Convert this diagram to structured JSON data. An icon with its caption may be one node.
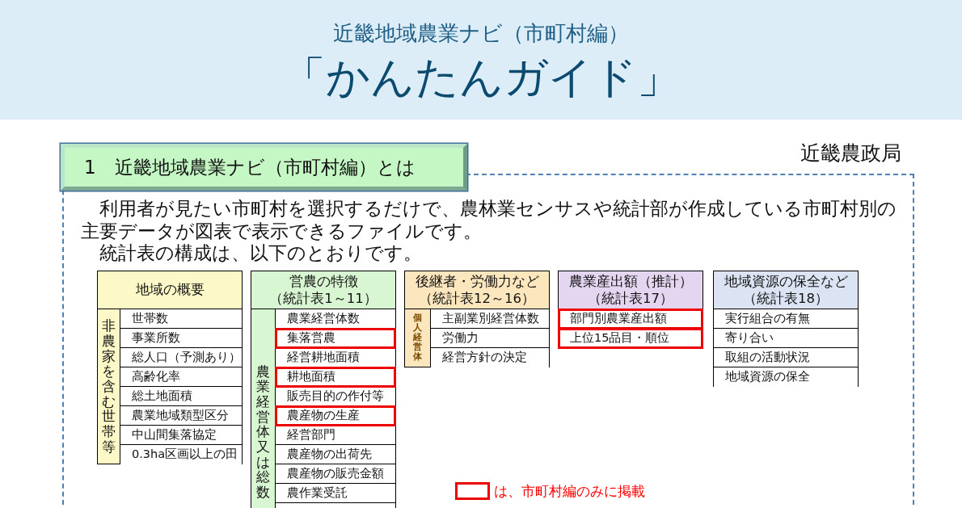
{
  "diagram": {
    "title": "「かんたんガイド」",
    "nodes": [
      {
        "text": [
          "1　近畿地域農業ナビ（市町村編）とは"
        ]
      },
      {
        "text": [
          "利用者が見たい市町村を選択するだけで、農林業センサスや統計部が作成している市町村別の主要データが図表で表示できるファイルです。",
          "統計表の構成は、以下のとおりです。"
        ]
      },
      {
        "text": [
          "地域の概要"
        ],
        "in": 1
      },
      {
        "text": [
          "非農家を含む世帯等"
        ],
        "in": 2
      },
      {
        "text": [
          "世帯数"
        ],
        "in": 2
      },
      {
        "text": [
          "事業所数"
        ],
        "in": 2
      },
      {
        "text": [
          "総人口（予測あり）"
        ],
        "in": 2
      },
      {
        "text": [
          "高齢化率"
        ],
        "in": 2
      },
      {
        "text": [
          "総土地面積"
        ],
        "in": 2
      },
      {
        "text": [
          "農業地域類型区分"
        ],
        "in": 2
      },
      {
        "text": [
          "中山間集落協定"
        ],
        "in": 2
      },
      {
        "text": [
          "0.3ha区画以上の田"
        ],
        "in": 2
      },
      {
        "text": [
          "営農の特徴",
          "（統計表1～11）"
        ],
        "in": 1
      },
      {
        "text": [
          "農業経営体又は総数"
        ],
        "in": 12
      },
      {
        "text": [
          "農業経営体数"
        ],
        "in": 12
      },
      {
        "text": [
          "集落営農"
        ],
        "in": 12
      },
      {
        "text": [
          "経営耕地面積"
        ],
        "in": 12
      },
      {
        "text": [
          "耕地面積"
        ],
        "in": 12
      },
      {
        "text": [
          "販売目的の作付等"
        ],
        "in": 12
      },
      {
        "text": [
          "農産物の生産"
        ],
        "in": 12
      },
      {
        "text": [
          "経営部門"
        ],
        "in": 12
      },
      {
        "text": [
          "農産物の出荷先"
        ],
        "in": 12
      },
      {
        "text": [
          "農産物の販売金額"
        ],
        "in": 12
      },
      {
        "text": [
          "農作業受託"
        ],
        "in": 12
      },
      {
        "text": [
          "後継者・労働力など",
          "（統計表12～16）"
        ],
        "in": 1
      },
      {
        "text": [
          "個人経営体"
        ],
        "in": 24
      },
      {
        "text": [
          "主副業別経営体数"
        ],
        "in": 24
      },
      {
        "text": [
          "労働力"
        ],
        "in": 24
      },
      {
        "text": [
          "経営方針の決定"
        ],
        "in": 24
      },
      {
        "text": [
          "農業産出額（推計）",
          "（統計表17）"
        ],
        "in": 1
      },
      {
        "text": [
          "部門別農業産出額"
        ],
        "in": 29
      },
      {
        "text": [
          "上位15品目・順位"
        ],
        "in": 29
      },
      {
        "text": [
          "地域資源の保全など",
          "（統計表18）"
        ],
        "in": 1
      },
      {
        "text": [
          "実行組合の有無"
        ],
        "in": 32
      },
      {
        "text": [
          "寄り合い"
        ],
        "in": 32
      },
      {
        "text": [
          "取組の活動状況"
        ],
        "in": 32
      },
      {
        "text": [
          "地域資源の保全"
        ],
        "in": 32
      }
    ],
    "labels": [
      "近畿地域農業ナビ（市町村編）",
      "近畿農政局"
    ],
    "legend": [
      {
        "text": "は、市町村編のみに掲載"
      }
    ]
  }
}
